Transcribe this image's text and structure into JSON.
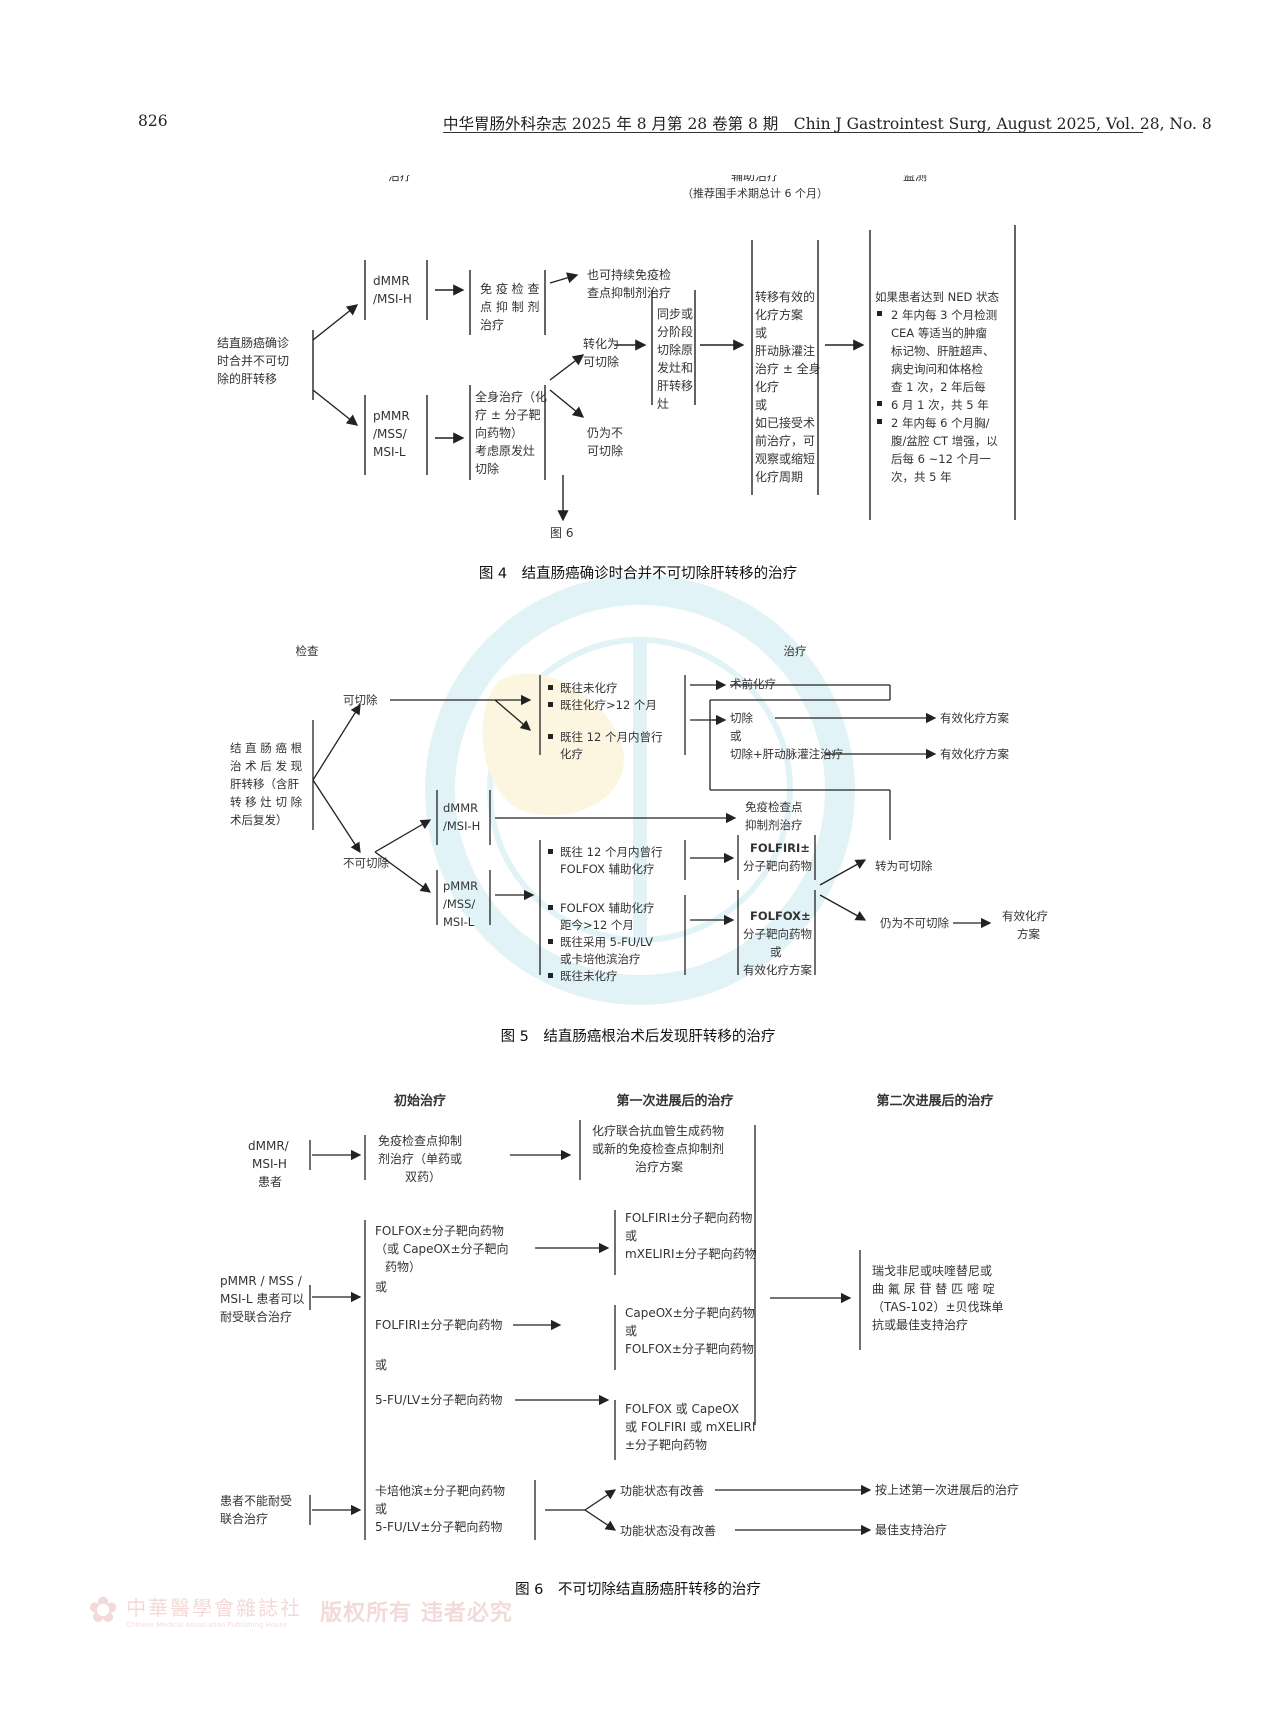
{
  "header": {
    "page_number": "826",
    "journal": "中华胃肠外科杂志 2025 年 8 月第 28 卷第 8 期　Chin J Gastrointest Surg, August 2025, Vol. 28, No. 8"
  },
  "fig4": {
    "col_treatment": "治疗",
    "col_adjuvant": "辅助治疗",
    "col_adjuvant_note": "（推荐围手术期总计 6 个月）",
    "col_monitor": "监测",
    "root": [
      "结直肠癌确诊",
      "时合并不可切",
      "除的肝转移"
    ],
    "dmmr": [
      "dMMR",
      "/MSI-H"
    ],
    "pmmr": [
      "pMMR",
      "/MSS/",
      "MSI-L"
    ],
    "ici": [
      "免 疫 检 查",
      "点 抑 制 剂",
      "治疗"
    ],
    "continue_ici": [
      "也可持续免疫检",
      "查点抑制剂治疗"
    ],
    "systemic": [
      "全身治疗（化",
      "疗 ± 分子靶",
      "向药物）",
      "考虑原发灶",
      "切除"
    ],
    "convert": [
      "转化为",
      "可切除"
    ],
    "still_unres": [
      "仍为不",
      "可切除"
    ],
    "see_fig6": "图 6",
    "resect": [
      "同步或",
      "分阶段",
      "切除原",
      "发灶和",
      "肝转移",
      "灶"
    ],
    "adjuvant": [
      "转移有效的",
      "化疗方案",
      "或",
      "肝动脉灌注",
      "治疗 ± 全身",
      "化疗",
      "或",
      "如已接受术",
      "前治疗，可",
      "观察或缩短",
      "化疗周期"
    ],
    "monitor": [
      "如果患者达到 NED 状态",
      "2 年内每 3 个月检测",
      "CEA 等适当的肿瘤",
      "标记物、肝脏超声、",
      "病史询问和体格检",
      "查 1 次，2 年后每",
      "6 月 1 次，共 5 年",
      "2 年内每 6 个月胸/",
      "腹/盆腔 CT 增强，以",
      "后每 6 ~12 个月一",
      "次，共 5 年"
    ],
    "caption": "图 4　结直肠癌确诊时合并不可切除肝转移的治疗"
  },
  "fig5": {
    "col_exam": "检查",
    "col_treatment": "治疗",
    "root": [
      "结 直 肠 癌 根",
      "治 术 后 发 现",
      "肝转移（含肝",
      "转 移 灶 切 除",
      "术后复发）"
    ],
    "resectable": "可切除",
    "unresectable": "不可切除",
    "r_no_chemo": "既往未化疗",
    "r_chemo_gt12": "既往化疗>12 个月",
    "r_chemo_12": [
      "既往 12 个月内曾行",
      "化疗"
    ],
    "preop_chemo": "术前化疗",
    "resection": "切除",
    "or": "或",
    "resect_hai": "切除+肝动脉灌注治疗",
    "effective1": "有效化疗方案",
    "effective2": "有效化疗方案",
    "dmmr": [
      "dMMR",
      "/MSI-H"
    ],
    "ici": [
      "免疫检查点",
      "抑制剂治疗"
    ],
    "pmmr": [
      "pMMR",
      "/MSS/",
      "MSI-L"
    ],
    "u_folfox12": [
      "既往 12 个月内曾行",
      "FOLFOX 辅助化疗"
    ],
    "folfiri": [
      "FOLFIRI±",
      "分子靶向药物"
    ],
    "u_list": [
      "FOLFOX  辅助化疗",
      "距今>12 个月",
      "既往采用  5-FU/LV",
      "或卡培他滨治疗",
      "既往未化疗"
    ],
    "folfox": [
      "FOLFOX±",
      "分子靶向药物",
      "或",
      "有效化疗方案"
    ],
    "to_resectable": "转为可切除",
    "still_unres": "仍为不可切除",
    "effective3": [
      "有效化疗",
      "方案"
    ],
    "caption": "图 5　结直肠癌根治术后发现肝转移的治疗"
  },
  "fig6": {
    "col_initial": "初始治疗",
    "col_first": "第一次进展后的治疗",
    "col_second": "第二次进展后的治疗",
    "dmmr": [
      "dMMR/",
      "MSI-H",
      "患者"
    ],
    "ici": [
      "免疫检查点抑制",
      "剂治疗（单药或",
      "双药）"
    ],
    "after_ici": [
      "化疗联合抗血管生成药物",
      "或新的免疫检查点抑制剂",
      "治疗方案"
    ],
    "pmmr": [
      "pMMR / MSS /",
      "MSI-L 患者可以",
      "耐受联合治疗"
    ],
    "folfox": [
      "FOLFOX±分子靶向药物",
      "（或 CapeOX±分子靶向",
      "药物）"
    ],
    "or1": "或",
    "folfiri": "FOLFIRI±分子靶向药物",
    "or2": "或",
    "fu": "5-FU/LV±分子靶向药物",
    "after_folfox": [
      "FOLFIRI±分子靶向药物",
      "或",
      "mXELIRI±分子靶向药物"
    ],
    "after_folfiri": [
      "CapeOX±分子靶向药物",
      "或",
      "FOLFOX±分子靶向药物"
    ],
    "after_fu": [
      "FOLFOX 或 CapeOX",
      "或 FOLFIRI 或 mXELIRI",
      "±分子靶向药物"
    ],
    "second": [
      "瑞戈非尼或呋喹替尼或",
      "曲 氟 尿 苷 替 匹 嘧 啶",
      "（TAS-102）±贝伐珠单",
      "抗或最佳支持治疗"
    ],
    "intolerant": [
      "患者不能耐受",
      "联合治疗"
    ],
    "cape": [
      "卡培他滨±分子靶向药物",
      "或",
      "5-FU/LV±分子靶向药物"
    ],
    "improved": "功能状态有改善",
    "not_improved": "功能状态没有改善",
    "follow": "按上述第一次进展后的治疗",
    "bsc": "最佳支持治疗",
    "caption": "图 6　不可切除结直肠癌肝转移的治疗"
  },
  "watermark": {
    "publisher": "中華醫學會雜誌社",
    "publisher_en": "Chinese Medical Association Publishing House",
    "rights": "版权所有 违者必究"
  }
}
